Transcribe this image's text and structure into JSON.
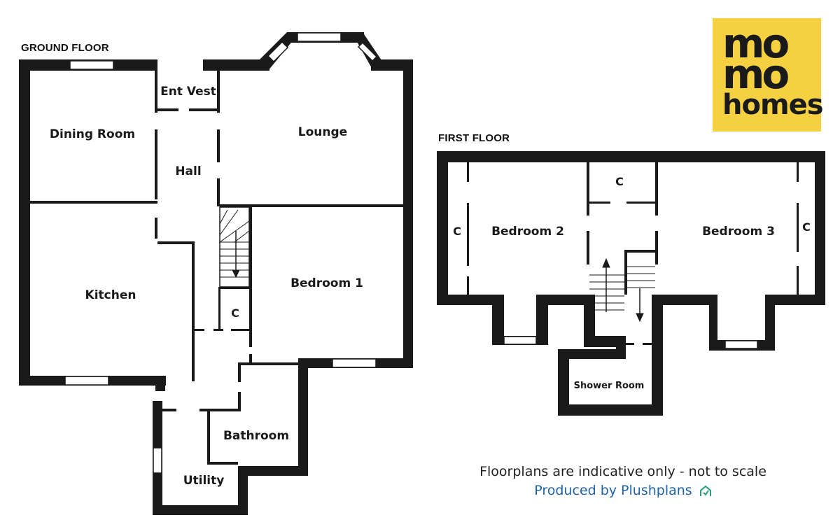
{
  "ground_floor": {
    "title": "GROUND FLOOR",
    "rooms": {
      "ent_vest": "Ent Vest",
      "dining_room": "Dining Room",
      "lounge": "Lounge",
      "hall": "Hall",
      "kitchen": "Kitchen",
      "bedroom1": "Bedroom 1",
      "cupboard": "C",
      "bathroom": "Bathroom",
      "utility": "Utility"
    }
  },
  "first_floor": {
    "title": "FIRST FLOOR",
    "rooms": {
      "bedroom2": "Bedroom 2",
      "bedroom3": "Bedroom 3",
      "cupboard_left": "C",
      "cupboard_top": "C",
      "cupboard_right": "C",
      "shower_room": "Shower Room"
    }
  },
  "logo": {
    "line1": "mo",
    "line2": "mo",
    "line3": "homes",
    "color": "#f5d142"
  },
  "footer": {
    "disclaimer": "Floorplans are indicative only - not to scale",
    "producer": "Produced by Plushplans",
    "producer_color": "#1f63a8"
  },
  "icons": {
    "producer_logo": "house-icon"
  }
}
